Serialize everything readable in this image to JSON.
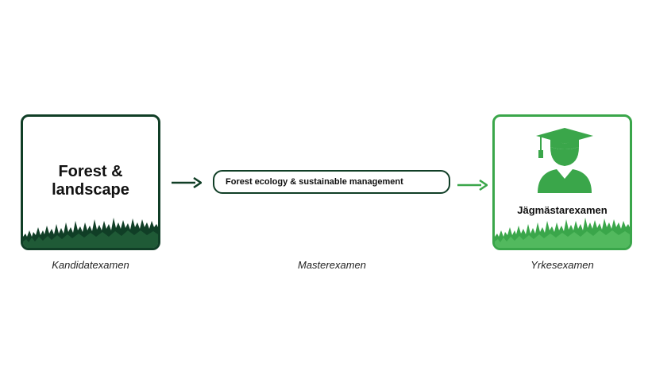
{
  "colors": {
    "dark_green": "#103e26",
    "bright_green": "#3aa64a"
  },
  "bachelor": {
    "title": "Forest &\nlandscape",
    "caption": "Kandidatexamen"
  },
  "master": {
    "program": "Forest ecology & sustainable management",
    "caption": "Masterexamen"
  },
  "professional": {
    "icon": "graduate-icon",
    "title": "Jägmästarexamen",
    "caption": "Yrkesexamen"
  }
}
